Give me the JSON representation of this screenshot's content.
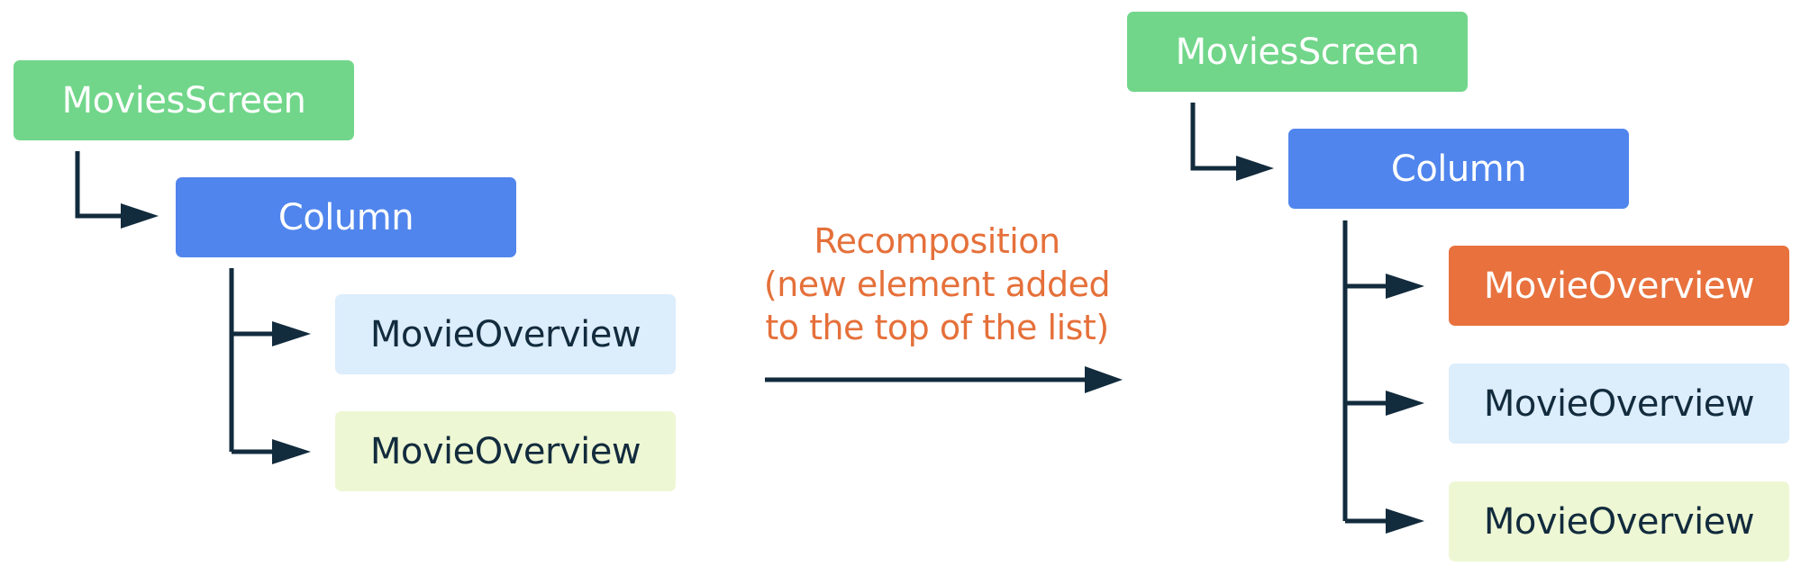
{
  "before": {
    "root": {
      "label": "MoviesScreen"
    },
    "column": {
      "label": "Column"
    },
    "children": [
      {
        "label": "MovieOverview"
      },
      {
        "label": "MovieOverview"
      }
    ]
  },
  "transition": {
    "caption_lines": [
      "Recomposition",
      "(new element added",
      "to the top of the list)"
    ]
  },
  "after": {
    "root": {
      "label": "MoviesScreen"
    },
    "column": {
      "label": "Column"
    },
    "children": [
      {
        "label": "MovieOverview",
        "status": "new"
      },
      {
        "label": "MovieOverview"
      },
      {
        "label": "MovieOverview"
      }
    ]
  },
  "colors": {
    "screen": "#71d68a",
    "column": "#5085ed",
    "item_light_blue": "#dcedfc",
    "item_light_green": "#eef7d4",
    "item_new": "#e8713d",
    "caption": "#e5703a",
    "connector": "#122b3d"
  }
}
